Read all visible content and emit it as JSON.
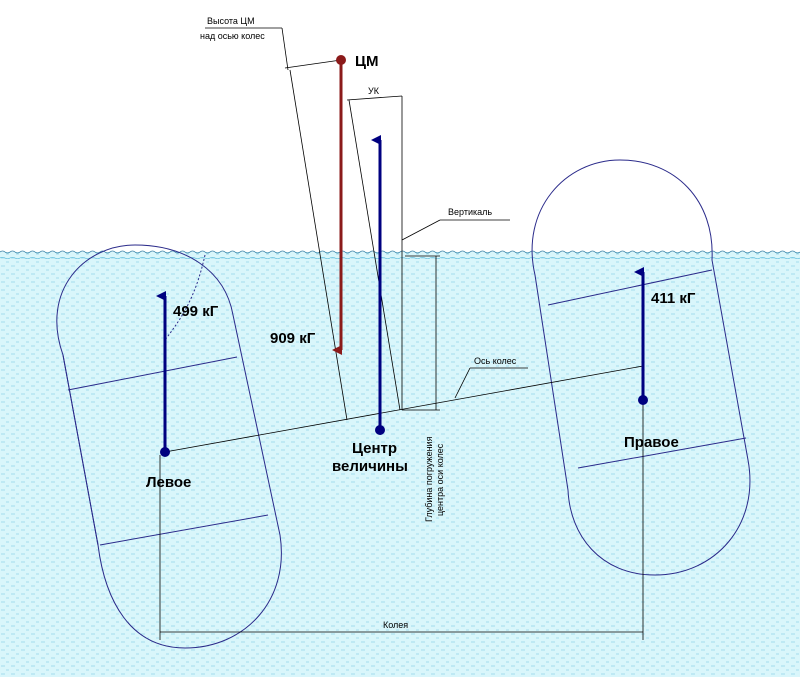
{
  "colors": {
    "water_fill": "#d9f6fb",
    "water_pattern": "#4fb6d8",
    "surface_line": "#2f7fa6",
    "float_outline": "#2a2a8a",
    "buoyancy_arrow": "#000080",
    "weight_arrow": "#8b1a1a",
    "dimension_line": "#000000"
  },
  "labels": {
    "cm_height_line1": "Высота ЦМ",
    "cm_height_line2": "над осью колес",
    "cm": "ЦМ",
    "yk": "УК",
    "vertical": "Вертикаль",
    "axle": "Ось колес",
    "cm_force": "909 кГ",
    "left_force": "499 кГ",
    "right_force": "411 кГ",
    "center_line1": "Центр",
    "center_line2": "величины",
    "left": "Левое",
    "right": "Правое",
    "depth_line1": "Глубина погружения",
    "depth_line2": "центра оси колес",
    "track": "Колея"
  }
}
